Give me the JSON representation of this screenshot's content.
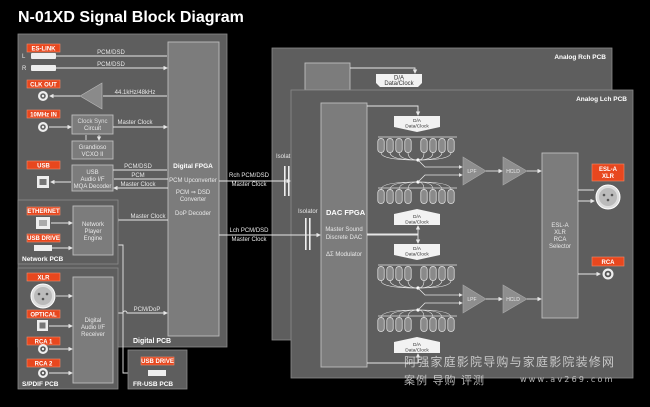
{
  "title": "N-01XD Signal Block Diagram",
  "colors": {
    "background": "#000000",
    "pcb": "#5e5e5e",
    "block": "#7c7c7c",
    "connector_label": "#e8471e",
    "line": "#e6e6e6"
  },
  "digital_pcb": {
    "label": "Digital PCB",
    "inputs": {
      "es_link": "ES-LINK",
      "es_link_l": "L",
      "es_link_r": "R",
      "clk_out": "CLK OUT",
      "mhz_in": "10MHz IN",
      "usb": "USB"
    },
    "signals": {
      "pcm_dsd_l": "PCM/DSD",
      "pcm_dsd_r": "PCM/DSD",
      "clk_freq": "44.1kHz/48kHz",
      "master_clock_sync": "Master Clock",
      "usb_pcm_dsd": "PCM/DSD",
      "usb_pcm": "PCM",
      "usb_master_clock": "Master Clock",
      "network_master_clock": "Master Clock",
      "pcm_dop": "PCM/DoP"
    },
    "clock_sync": [
      "Clock Sync",
      "Circuit"
    ],
    "vcxo": [
      "Grandioso",
      "VCXO II"
    ],
    "usb_decoder": [
      "USB",
      "Audio I/F",
      "MQA Decoder"
    ],
    "fpga": {
      "title": "Digital FPGA",
      "lines": [
        "PCM Upconverter",
        "PCM ⇒ DSD",
        "Converter",
        "DoP Decoder"
      ]
    }
  },
  "network_pcb": {
    "label": "Network PCB",
    "ethernet": "ETHERNET",
    "usb_drive": "USB DRIVE",
    "engine": [
      "Network",
      "Player",
      "Engine"
    ]
  },
  "spdif_pcb": {
    "label": "S/PDIF PCB",
    "xlr": "XLR",
    "optical": "OPTICAL",
    "rca1": "RCA 1",
    "rca2": "RCA 2",
    "receiver": [
      "Digital",
      "Audio I/F",
      "Receiver"
    ]
  },
  "fr_usb_pcb": {
    "label": "FR-USB PCB",
    "usb_drive": "USB DRIVE"
  },
  "links": {
    "rch": [
      "Rch PCM/DSD",
      "Master Clock"
    ],
    "lch": [
      "Lch PCM/DSD",
      "Master Clock"
    ],
    "isolator_rch": "Isolat",
    "isolator_lch": "Isolator"
  },
  "analog_rch_pcb": {
    "label": "Analog Rch PCB",
    "da": [
      "D/A",
      "Data/Clock"
    ]
  },
  "analog_lch_pcb": {
    "label": "Analog Lch PCB",
    "dac_fpga": {
      "title": "DAC FPGA",
      "lines": [
        "Master Sound",
        "Discrete DAC",
        "ΔΣ Modulator"
      ]
    },
    "da": [
      "D/A",
      "Data/Clock"
    ],
    "lpf": "LPF",
    "hcld": "HCLD",
    "selector": [
      "ESL-A",
      "XLR",
      "RCA",
      "Selector"
    ],
    "out_esl": [
      "ESL-A",
      "XLR"
    ],
    "out_rca": "RCA"
  },
  "watermark": {
    "line1": "阿强家庭影院导购与家庭影院装修网",
    "line2a": "案例 导购 评测",
    "line2b": "www.av269.com"
  }
}
